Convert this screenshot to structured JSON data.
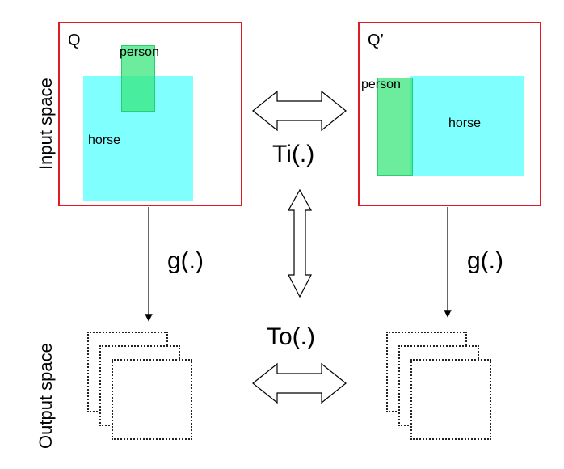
{
  "axes": {
    "input_label": "Input space",
    "output_label": "Output space"
  },
  "left_panel": {
    "title": "Q",
    "horse_label": "horse",
    "person_label": "person"
  },
  "right_panel": {
    "title": "Q’",
    "horse_label": "horse",
    "person_label": "person"
  },
  "functions": {
    "input_transform": "Ti(.)",
    "output_transform": "To(.)",
    "left_mapping": "g(.)",
    "right_mapping": "g(.)"
  },
  "colors": {
    "panel_border": "#e01b24",
    "horse_fill": "#80ffff",
    "person_fill": "#33e678"
  }
}
